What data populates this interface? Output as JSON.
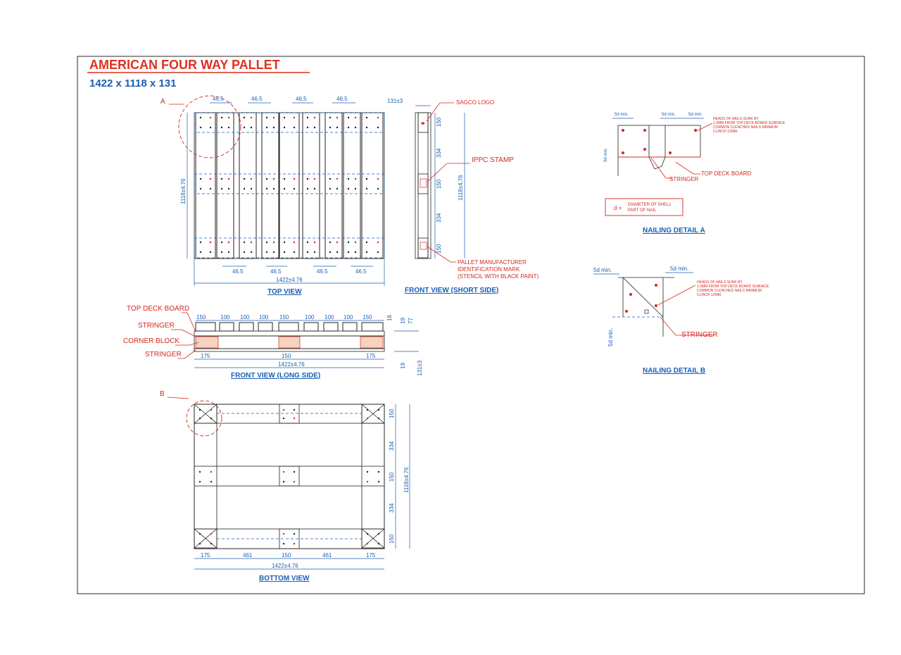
{
  "title": "AMERICAN FOUR WAY PALLET",
  "subtitle": "1422 x 1118 x 131",
  "colors": {
    "title": "#e0301e",
    "dimension": "#1a5fb4",
    "callout": "#d4281c",
    "line": "#222222"
  },
  "top_view": {
    "label": "TOP VIEW",
    "marker": "A",
    "top_dims": [
      "46.5",
      "46.5",
      "46.5",
      "46.5"
    ],
    "bottom_dims": [
      "46.5",
      "46.5",
      "46.5",
      "46.5"
    ],
    "width_dim": "1422±4.76",
    "height_dim": "1118±4.76"
  },
  "front_short": {
    "label": "FRONT VIEW (SHORT SIDE)",
    "height_dim": "131±3",
    "segment_dims": [
      "150",
      "334",
      "150",
      "334",
      "150"
    ],
    "overall_dim": "1118±4.76",
    "callouts": {
      "logo": "SAGCO LOGO",
      "stamp": "IPPC STAMP",
      "manufacturer_1": "PALLET MANUFACTURER",
      "manufacturer_2": "IDENTIFICATION MARK",
      "manufacturer_3": "(STENCIL WITH BLACK PAINT)"
    }
  },
  "front_long": {
    "label": "FRONT VIEW (LONG SIDE)",
    "board_dims": [
      "150",
      "100",
      "100",
      "100",
      "150",
      "100",
      "100",
      "100",
      "150"
    ],
    "block_dims": [
      "175",
      "150",
      "175"
    ],
    "overall_dim": "1422±4.76",
    "right_dims": [
      "16",
      "19",
      "77",
      "19",
      "131±3"
    ],
    "callouts": {
      "top_deck_board": "TOP DECK BOARD",
      "stringer_top": "STRINGER",
      "corner_block": "CORNER BLOCK",
      "stringer_bottom": "STRINGER"
    }
  },
  "bottom_view": {
    "label": "BOTTOM VIEW",
    "marker": "B",
    "bottom_dims": [
      "175",
      "461",
      "150",
      "461",
      "175"
    ],
    "overall_dim": "1422±4.76",
    "right_dims": [
      "150",
      "334",
      "150",
      "334",
      "150"
    ],
    "height_dim": "1118±4.76"
  },
  "detail_a": {
    "label": "NAILING DETAIL A",
    "dims": [
      "5d min.",
      "5d min.",
      "5d min.",
      "5d min."
    ],
    "note_1": "HEADS OF NAILS SUNK BY",
    "note_2": "1.0MM FROM TOP DECK BOARD SURFACE.",
    "note_3": "COMMON CLENCHED NAILS MINIMUM",
    "note_4": "CLINCH 12MM.",
    "top_deck_board": "TOP DECK BOARD",
    "stringer": "STRINGER",
    "legend_symbol": "d =",
    "legend_1": "DIAMETER OF SHELL",
    "legend_2": "PART OF NAIL"
  },
  "detail_b": {
    "label": "NAILING DETAIL B",
    "dims": [
      "5d min.",
      "5d min.",
      "5d min."
    ],
    "note_1": "HEADS OF NAILS SUNK BY",
    "note_2": "1.0MM FROM TOP DECK BOARD SURFACE.",
    "note_3": "COMMON CLENCHED NAILS MINIMUM",
    "note_4": "CLINCH 12MM.",
    "stringer": "STRINGER"
  }
}
